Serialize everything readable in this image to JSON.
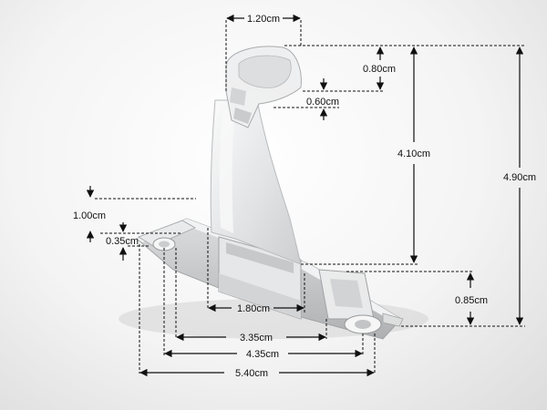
{
  "dimensions": {
    "top_width": "1.20cm",
    "head_height": "0.80cm",
    "head_offset": "0.60cm",
    "arm_height": "4.10cm",
    "total_height": "4.90cm",
    "foot_rise": "1.00cm",
    "base_thickness": "0.35cm",
    "slot_width": "1.80cm",
    "right_block_height": "0.85cm",
    "inner_length": "3.35cm",
    "mid_length": "4.35cm",
    "overall_length": "5.40cm"
  }
}
